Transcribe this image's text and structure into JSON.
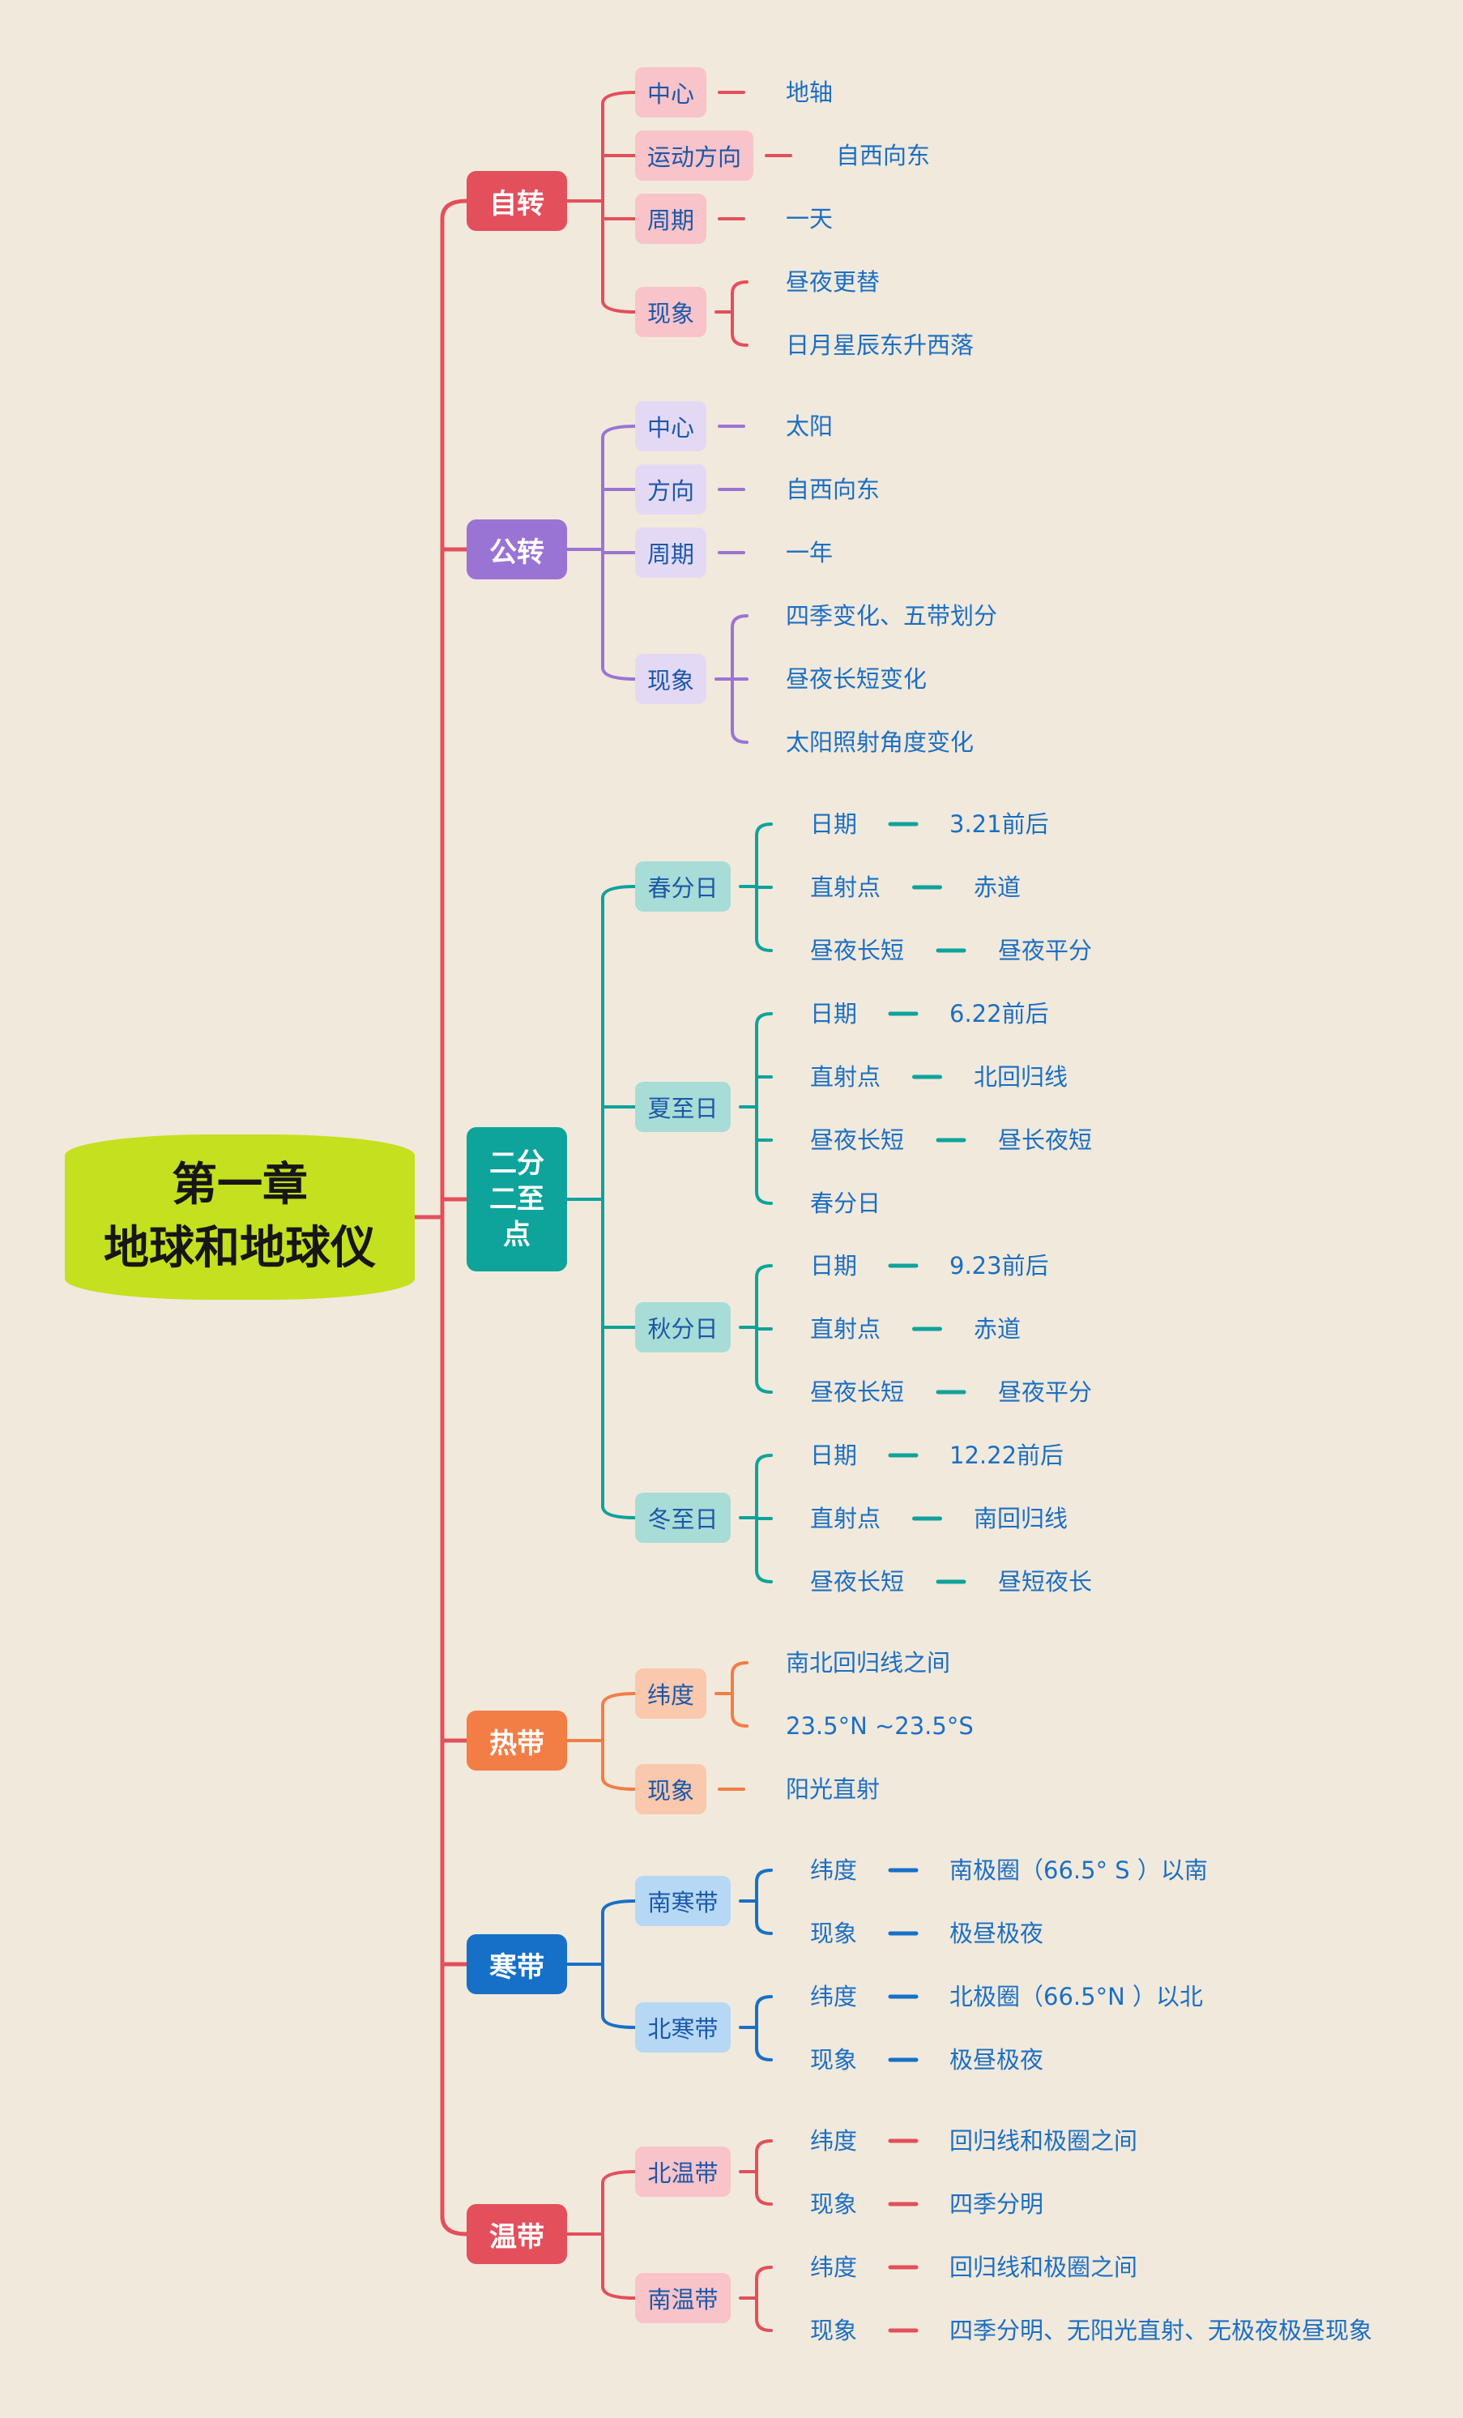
{
  "root": {
    "line1": "第一章",
    "line2": "地球和地球仪"
  },
  "colors": {
    "background": "#f1e9dc",
    "root": "#c5e01e",
    "text": "#1b6fc2"
  },
  "branches": [
    {
      "label": "自转",
      "color": "#e34f5b",
      "tag_bg": "#f8c3c9",
      "children": [
        {
          "label": "中心",
          "items": [
            {
              "text": "地轴"
            }
          ]
        },
        {
          "label": "运动方向",
          "items": [
            {
              "text": "自西向东"
            }
          ]
        },
        {
          "label": "周期",
          "items": [
            {
              "text": "一天"
            }
          ]
        },
        {
          "label": "现象",
          "items": [
            {
              "text": "昼夜更替"
            },
            {
              "text": "日月星辰东升西落"
            }
          ]
        }
      ]
    },
    {
      "label": "公转",
      "color": "#9a74d4",
      "tag_bg": "#e4d9f5",
      "children": [
        {
          "label": "中心",
          "items": [
            {
              "text": "太阳"
            }
          ]
        },
        {
          "label": "方向",
          "items": [
            {
              "text": "自西向东"
            }
          ]
        },
        {
          "label": "周期",
          "items": [
            {
              "text": "一年"
            }
          ]
        },
        {
          "label": "现象",
          "items": [
            {
              "text": "四季变化、五带划分"
            },
            {
              "text": "昼夜长短变化"
            },
            {
              "text": "太阳照射角度变化"
            }
          ]
        }
      ]
    },
    {
      "label": "二分二至点",
      "lines": [
        "二分",
        "二至",
        "点"
      ],
      "color": "#0ea39b",
      "tag_bg": "#a8dcd6",
      "children": [
        {
          "label": "春分日",
          "items": [
            {
              "key": "日期",
              "value": "3.21前后"
            },
            {
              "key": "直射点",
              "value": "赤道"
            },
            {
              "key": "昼夜长短",
              "value": "昼夜平分"
            }
          ]
        },
        {
          "label": "夏至日",
          "items": [
            {
              "key": "日期",
              "value": "6.22前后"
            },
            {
              "key": "直射点",
              "value": "北回归线"
            },
            {
              "key": "昼夜长短",
              "value": "昼长夜短"
            },
            {
              "text": "春分日"
            }
          ]
        },
        {
          "label": "秋分日",
          "items": [
            {
              "key": "日期",
              "value": "9.23前后"
            },
            {
              "key": "直射点",
              "value": "赤道"
            },
            {
              "key": "昼夜长短",
              "value": "昼夜平分"
            }
          ]
        },
        {
          "label": "冬至日",
          "items": [
            {
              "key": "日期",
              "value": "12.22前后"
            },
            {
              "key": "直射点",
              "value": "南回归线"
            },
            {
              "key": "昼夜长短",
              "value": "昼短夜长"
            }
          ]
        }
      ]
    },
    {
      "label": "热带",
      "color": "#f27d45",
      "tag_bg": "#fac8ad",
      "children": [
        {
          "label": "纬度",
          "items": [
            {
              "text": "南北回归线之间"
            },
            {
              "text": "23.5°N ~23.5°S"
            }
          ]
        },
        {
          "label": "现象",
          "items": [
            {
              "text": "阳光直射"
            }
          ]
        }
      ]
    },
    {
      "label": "寒带",
      "color": "#1770c8",
      "tag_bg": "#b6d8f5",
      "children": [
        {
          "label": "南寒带",
          "items": [
            {
              "key": "纬度",
              "value": "南极圈（66.5° S ）以南"
            },
            {
              "key": "现象",
              "value": "极昼极夜"
            }
          ]
        },
        {
          "label": "北寒带",
          "items": [
            {
              "key": "纬度",
              "value": "北极圈（66.5°N ）以北"
            },
            {
              "key": "现象",
              "value": "极昼极夜"
            }
          ]
        }
      ]
    },
    {
      "label": "温带",
      "color": "#e34f5b",
      "tag_bg": "#f8c3c9",
      "children": [
        {
          "label": "北温带",
          "items": [
            {
              "key": "纬度",
              "value": "回归线和极圈之间"
            },
            {
              "key": "现象",
              "value": "四季分明"
            }
          ]
        },
        {
          "label": "南温带",
          "items": [
            {
              "key": "纬度",
              "value": "回归线和极圈之间"
            },
            {
              "key": "现象",
              "value": "四季分明、无阳光直射、无极夜极昼现象"
            }
          ]
        }
      ]
    }
  ]
}
